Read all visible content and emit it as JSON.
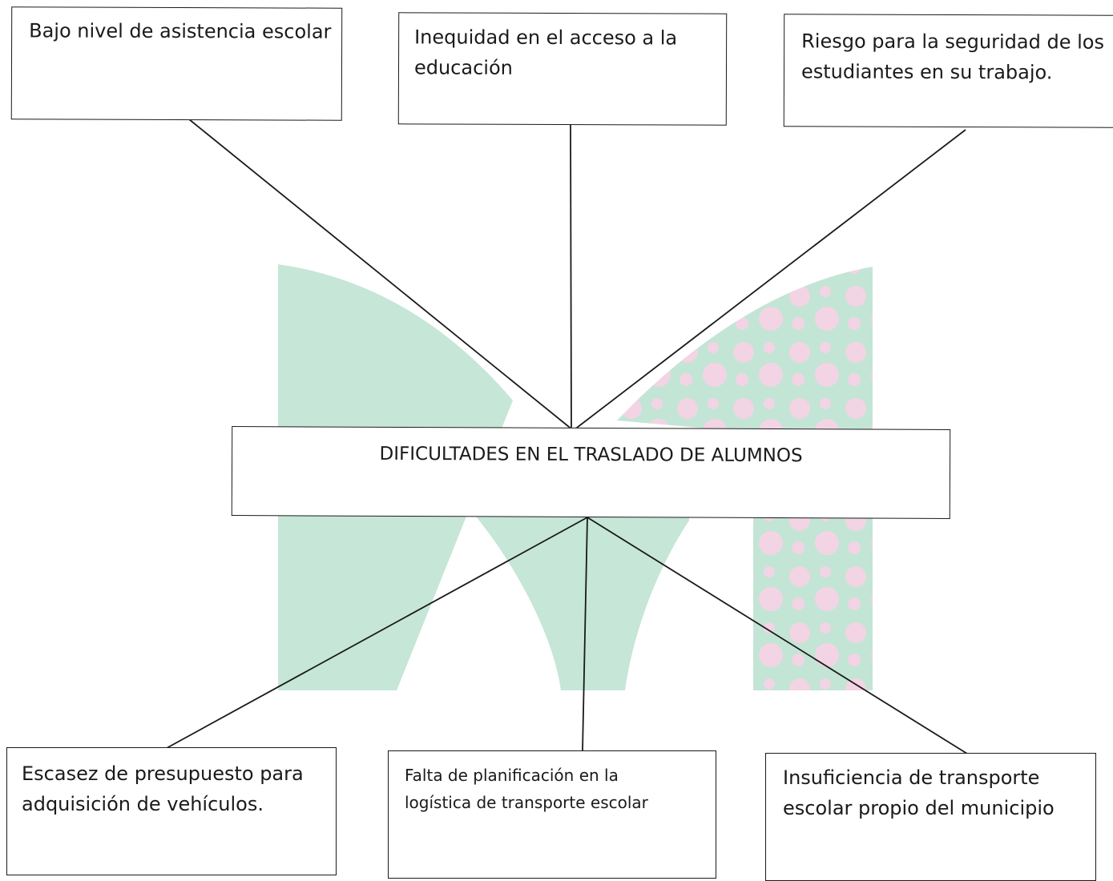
{
  "problem_tree": {
    "central_problem": "DIFICULTADES EN EL TRASLADO DE ALUMNOS",
    "effects": [
      "Bajo nivel de asistencia escolar",
      "Inequidad en el acceso a la\neducación",
      "Riesgo para la seguridad de los\nestudiantes en su trabajo."
    ],
    "causes": [
      "Escasez de presupuesto para\nadquisición de vehículos.",
      "Falta de planificación en la\nlogística de transporte escolar",
      "Insuficiencia de transporte\nescolar propio del municipio"
    ]
  },
  "colors": {
    "line": "#1a1a1a",
    "watermark_teal": "#bfe3d2",
    "watermark_pink": "#f3d6e6"
  }
}
